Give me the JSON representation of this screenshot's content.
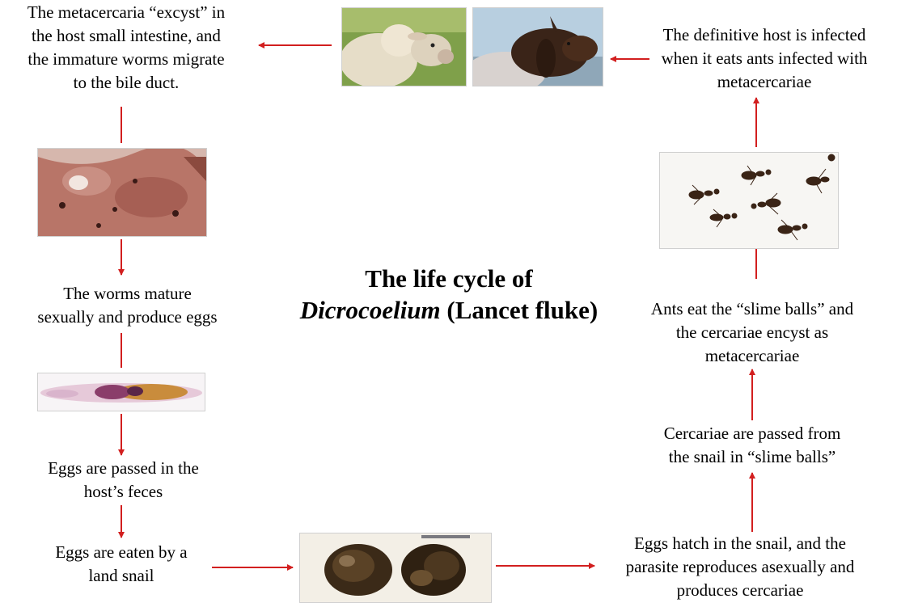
{
  "title": {
    "line1": "The life cycle of",
    "genus": "Dicrocoelium",
    "common_name": "(Lancet fluke)"
  },
  "steps": {
    "excyst": "The metacercaria “excyst” in\nthe host small intestine, and\nthe immature worms migrate\nto the bile duct.",
    "infected": "The definitive host is infected\nwhen it eats ants infected with\nmetacercariae",
    "mature": "The worms mature\nsexually and produce eggs",
    "ants": "Ants eat the “slime balls” and\nthe cercariae encyst as\nmetacercariae",
    "cercariae": "Cercariae are passed from\nthe snail in “slime balls”",
    "feces": "Eggs are passed in the\nhost’s feces",
    "snail_eaten": "Eggs are eaten by a\nland snail",
    "hatch": "Eggs hatch in the snail, and the\nparasite reproduces asexually and\nproduces cercariae"
  },
  "images": {
    "sheep": "sheep-photo",
    "goat": "goat-photo",
    "liver": "infected-liver-photo",
    "fluke": "lancet-fluke-worm-photo",
    "snails": "land-snails-photo",
    "ants": "ants-photo"
  },
  "colors": {
    "arrow": "#d21f1f",
    "text": "#000000",
    "background": "#ffffff"
  }
}
